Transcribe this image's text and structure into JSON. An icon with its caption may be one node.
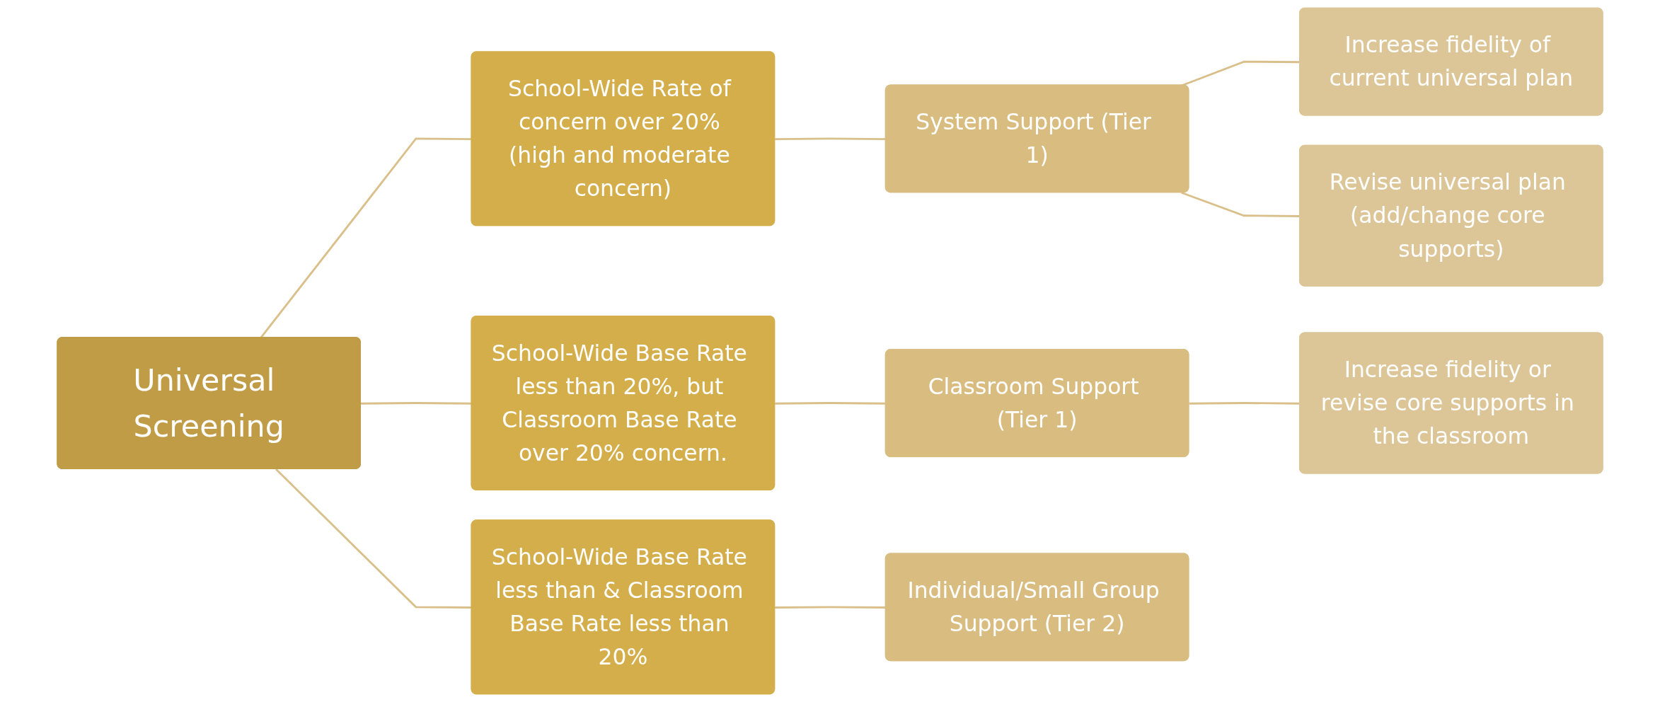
{
  "diagram": {
    "nodes": [
      {
        "text": [
          "Universal Screening"
        ]
      },
      {
        "text": [
          "School-Wide Rate of concern over 20% (high and moderate concern)"
        ]
      },
      {
        "text": [
          "School-Wide Base Rate less than 20%, but Classroom Base Rate over 20% concern."
        ]
      },
      {
        "text": [
          "School-Wide Base Rate less than & Classroom Base Rate less than 20%"
        ]
      },
      {
        "text": [
          "System Support (Tier 1)"
        ]
      },
      {
        "text": [
          "Classroom Support (Tier 1)"
        ]
      },
      {
        "text": [
          "Individual/Small Group Support (Tier 2)"
        ]
      },
      {
        "text": [
          "Increase fidelity of current universal plan"
        ]
      },
      {
        "text": [
          "Revise universal plan (add/change core supports)"
        ]
      },
      {
        "text": [
          "Increase fidelity or revise core supports in the classroom"
        ]
      }
    ],
    "edges": [
      {
        "from": 0,
        "to": 1,
        "arrow": "none"
      },
      {
        "from": 0,
        "to": 2,
        "arrow": "none"
      },
      {
        "from": 0,
        "to": 3,
        "arrow": "none"
      },
      {
        "from": 1,
        "to": 4,
        "arrow": "none"
      },
      {
        "from": 2,
        "to": 5,
        "arrow": "none"
      },
      {
        "from": 3,
        "to": 6,
        "arrow": "none"
      },
      {
        "from": 4,
        "to": 7,
        "arrow": "none"
      },
      {
        "from": 4,
        "to": 8,
        "arrow": "none"
      },
      {
        "from": 5,
        "to": 9,
        "arrow": "none"
      }
    ]
  }
}
